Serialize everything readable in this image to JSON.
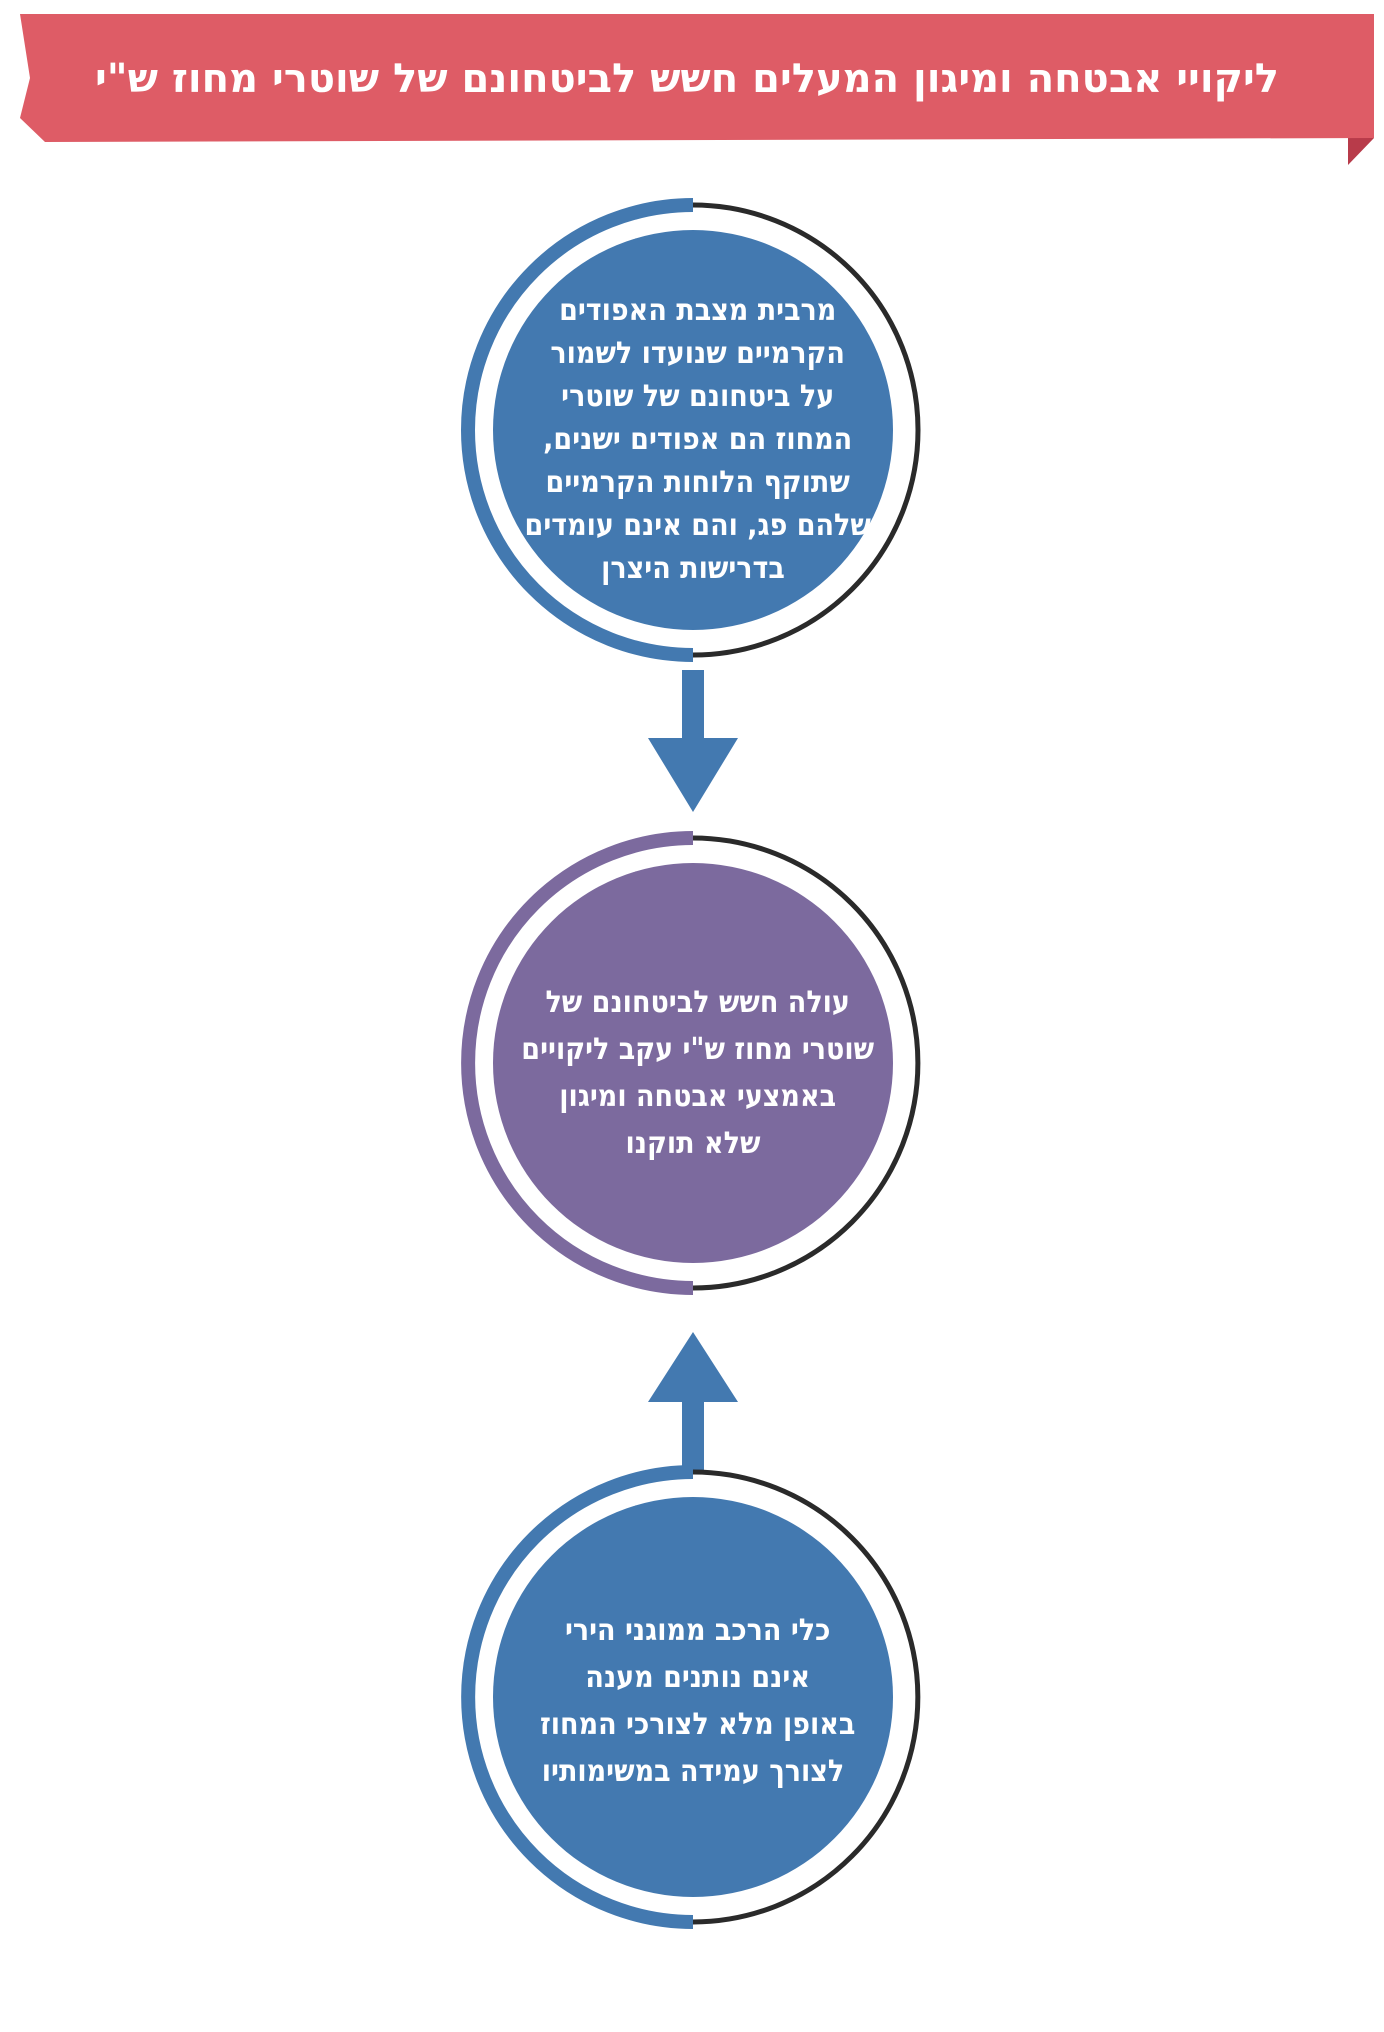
{
  "header": {
    "title": "ליקויי אבטחה ומיגון המעלים חשש לביטחונם של שוטרי מחוז ש\"י",
    "color": "#de5c66",
    "fold_color": "#b83b4a"
  },
  "nodes": [
    {
      "id": "top",
      "lines": [
        "מרבית מצבת האפודים",
        "הקרמיים  שנועדו לשמור",
        "על ביטחונם של שוטרי",
        "המחוז הם אפודים ישנים,",
        "שתוקף הלוחות הקרמיים",
        "שלהם פג, והם אינם עומדים",
        "בדרישות היצרן"
      ],
      "fill": "#4379b0",
      "arc": "#4379b0"
    },
    {
      "id": "middle",
      "lines": [
        "עולה חשש לביטחונם של",
        "שוטרי מחוז ש\"י עקב ליקויים",
        "באמצעי אבטחה ומיגון",
        "שלא תוקנו"
      ],
      "fill": "#7c6a9e",
      "arc": "#7c6a9e"
    },
    {
      "id": "bottom",
      "lines": [
        "כלי הרכב ממוגני הירי",
        "אינם נותנים מענה",
        "באופן מלא לצורכי המחוז",
        "לצורך עמידה במשימותיו"
      ],
      "fill": "#4379b0",
      "arc": "#4379b0"
    }
  ],
  "arrows": [
    {
      "from": "top",
      "to": "middle",
      "color": "#4379b0"
    },
    {
      "from": "bottom",
      "to": "middle",
      "color": "#4379b0"
    }
  ],
  "ring_color": "#2a2a2a"
}
